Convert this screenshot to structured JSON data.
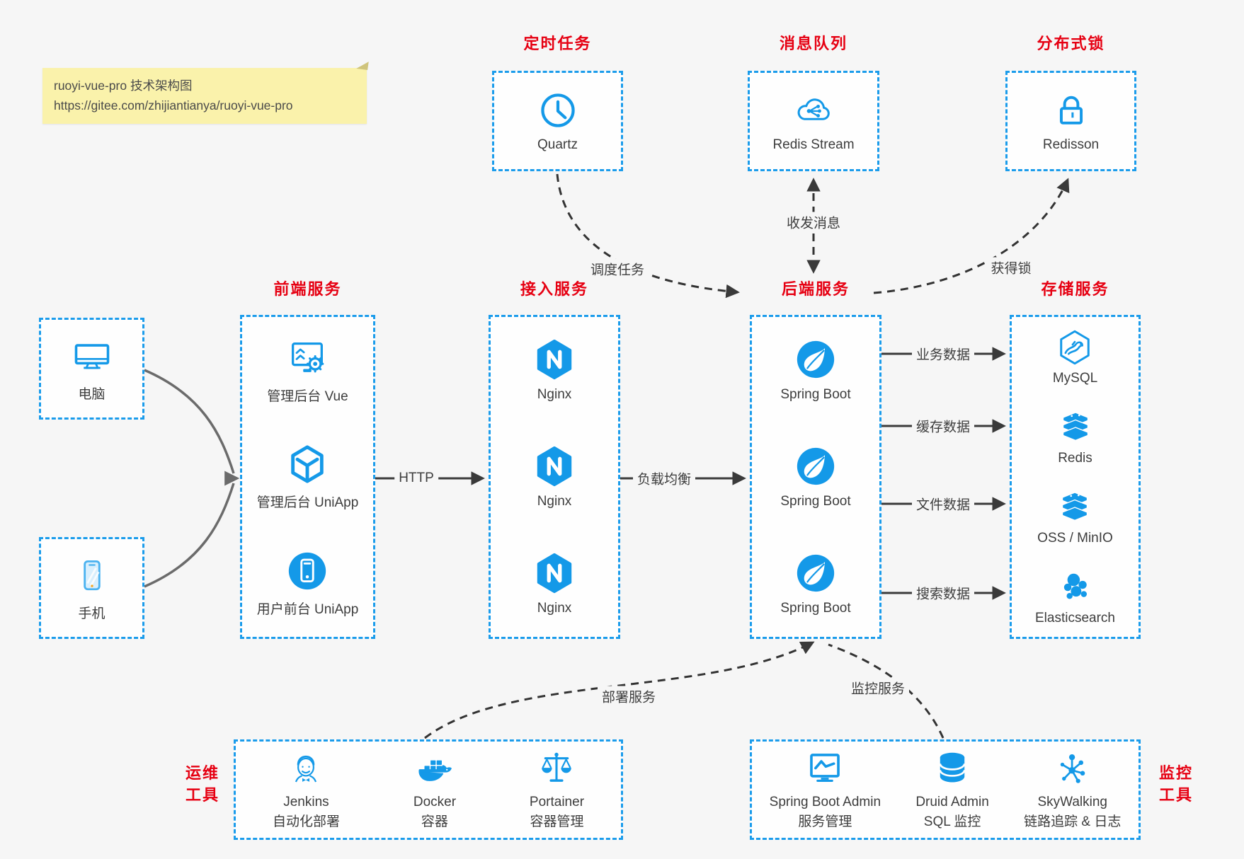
{
  "note": {
    "line1": "ruoyi-vue-pro 技术架构图",
    "line2": "https://gitee.com/zhijiantianya/ruoyi-vue-pro"
  },
  "colors": {
    "accent_blue": "#1499e8",
    "border_blue": "#1b9ceb",
    "heading_red": "#e60012",
    "note_bg": "#faf2ab",
    "arrow_dark": "#3a3a3a",
    "arrow_gray": "#6b6b6b",
    "background": "#f6f6f6"
  },
  "top_groups": [
    {
      "title": "定时任务",
      "item": {
        "label": "Quartz",
        "icon": "clock-icon"
      }
    },
    {
      "title": "消息队列",
      "item": {
        "label": "Redis Stream",
        "icon": "cloud-stream-icon"
      }
    },
    {
      "title": "分布式锁",
      "item": {
        "label": "Redisson",
        "icon": "lock-icon"
      }
    }
  ],
  "clients": [
    {
      "label": "电脑",
      "icon": "desktop-icon"
    },
    {
      "label": "手机",
      "icon": "phone-icon"
    }
  ],
  "columns": [
    {
      "title": "前端服务",
      "items": [
        {
          "label": "管理后台 Vue",
          "icon": "admin-vue-icon"
        },
        {
          "label": "管理后台 UniApp",
          "icon": "uniapp-cube-icon"
        },
        {
          "label": "用户前台 UniApp",
          "icon": "user-app-icon"
        }
      ]
    },
    {
      "title": "接入服务",
      "items": [
        {
          "label": "Nginx",
          "icon": "nginx-icon"
        },
        {
          "label": "Nginx",
          "icon": "nginx-icon"
        },
        {
          "label": "Nginx",
          "icon": "nginx-icon"
        }
      ]
    },
    {
      "title": "后端服务",
      "items": [
        {
          "label": "Spring Boot",
          "icon": "spring-boot-icon"
        },
        {
          "label": "Spring Boot",
          "icon": "spring-boot-icon"
        },
        {
          "label": "Spring Boot",
          "icon": "spring-boot-icon"
        }
      ]
    },
    {
      "title": "存储服务",
      "items": [
        {
          "label": "MySQL",
          "icon": "mysql-icon"
        },
        {
          "label": "Redis",
          "icon": "redis-stack-icon"
        },
        {
          "label": "OSS / MinIO",
          "icon": "storage-stack-icon"
        },
        {
          "label": "Elasticsearch",
          "icon": "elasticsearch-icon"
        }
      ]
    }
  ],
  "bottom_groups": [
    {
      "title_line1": "运维",
      "title_line2": "工具",
      "items": [
        {
          "label": "Jenkins",
          "sub": "自动化部署",
          "icon": "jenkins-icon"
        },
        {
          "label": "Docker",
          "sub": "容器",
          "icon": "docker-icon"
        },
        {
          "label": "Portainer",
          "sub": "容器管理",
          "icon": "portainer-icon"
        }
      ]
    },
    {
      "title_line1": "监控",
      "title_line2": "工具",
      "items": [
        {
          "label": "Spring Boot Admin",
          "sub": "服务管理",
          "icon": "spring-boot-admin-icon"
        },
        {
          "label": "Druid Admin",
          "sub": "SQL 监控",
          "icon": "druid-icon"
        },
        {
          "label": "SkyWalking",
          "sub": "链路追踪 & 日志",
          "icon": "skywalking-icon"
        }
      ]
    }
  ],
  "edges": {
    "http": "HTTP",
    "load_balance": "负载均衡",
    "business_data": "业务数据",
    "cache_data": "缓存数据",
    "file_data": "文件数据",
    "search_data": "搜索数据",
    "schedule_task": "调度任务",
    "send_receive_msg": "收发消息",
    "acquire_lock": "获得锁",
    "deploy_service": "部署服务",
    "monitor_service": "监控服务"
  }
}
